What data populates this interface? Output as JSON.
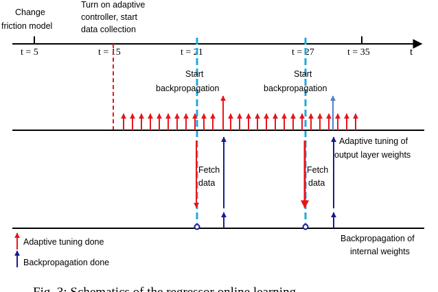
{
  "top_labels": {
    "change_line1": "Change",
    "change_line2": "friction model",
    "adaptive_line1": "Turn on adaptive",
    "adaptive_line2": "controller, start",
    "adaptive_line3": "data collection"
  },
  "time_axis": {
    "ticks": [
      "t = 5",
      "t = 15",
      "t = 21",
      "t = 27",
      "t = 35"
    ],
    "axis_label": "t"
  },
  "backprop_labels": {
    "first_line1": "Start",
    "first_line2": "backpropagation",
    "second_line1": "Start",
    "second_line2": "backpropagation"
  },
  "fetch_labels": {
    "first_line1": "Fetch",
    "first_line2": "data",
    "second_line1": "Fetch",
    "second_line2": "data"
  },
  "side_labels": {
    "output_line1": "Adaptive tuning  of",
    "output_line2": "output layer weights",
    "internal_line1": "Backpropagation of",
    "internal_line2": "internal weights"
  },
  "legend": {
    "adaptive_done": "Adaptive tuning done",
    "backprop_done": "Backpropagation done"
  },
  "caption": "Fig. 3: Schematics of the regressor online learning",
  "colors": {
    "red": "#e8141b",
    "dark_blue": "#1a1a8c",
    "cyan": "#1ea8e0",
    "light_blue": "#4f7fc6",
    "black": "#000000"
  }
}
